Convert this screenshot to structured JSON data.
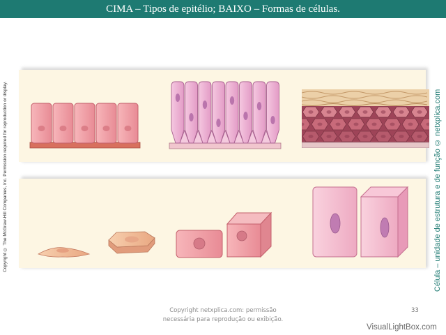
{
  "slide": {
    "title": "CIMA – Tipos de epitélio; BAIXO – Formas de células.",
    "publisher_copyright": "Copyright © The McGraw-Hill Companies, Inc. Permission required for reproduction or display.",
    "side_caption": "Célula – unidade de estrutura e de função © netxplica.com"
  },
  "footer": {
    "line1": "Copyright netxplica.com: permissão",
    "line2": "necessária para reprodução ou exibição.",
    "page_number": "33",
    "watermark": "VisualLightBox.com"
  },
  "colors": {
    "accent": "#1e7a72",
    "panel": "#fdf6e3"
  }
}
